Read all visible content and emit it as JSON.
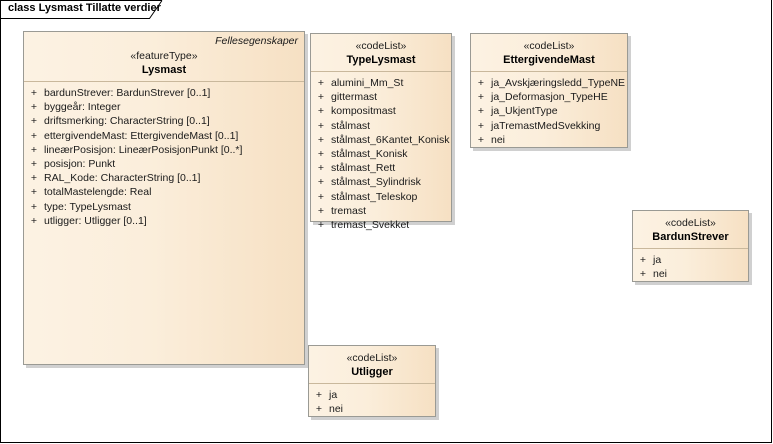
{
  "diagram": {
    "title": "class Lysmast Tillatte verdier",
    "visibility_symbol": "+",
    "colors": {
      "box_fill_light": "#fcf2e3",
      "box_fill_dark": "#f6e0c3",
      "box_border": "#9a9a94",
      "divider": "#c9b89c",
      "frame_border": "#000000",
      "text": "#1a1a1a"
    }
  },
  "classes": {
    "lysmast": {
      "package": "Fellesegenskaper",
      "stereotype": "«featureType»",
      "name": "Lysmast",
      "attributes": [
        {
          "visibility": "+",
          "text": "bardunStrever: BardunStrever [0..1]"
        },
        {
          "visibility": "+",
          "text": "byggeår: Integer"
        },
        {
          "visibility": "+",
          "text": "driftsmerking: CharacterString [0..1]"
        },
        {
          "visibility": "+",
          "text": "ettergivendeMast: EttergivendeMast [0..1]"
        },
        {
          "visibility": "+",
          "text": "lineærPosisjon: LineærPosisjonPunkt [0..*]"
        },
        {
          "visibility": "+",
          "text": "posisjon: Punkt"
        },
        {
          "visibility": "+",
          "text": "RAL_Kode: CharacterString [0..1]"
        },
        {
          "visibility": "+",
          "text": "totalMastelengde: Real"
        },
        {
          "visibility": "+",
          "text": "type: TypeLysmast"
        },
        {
          "visibility": "+",
          "text": "utligger: Utligger [0..1]"
        }
      ]
    },
    "typelysmast": {
      "stereotype": "«codeList»",
      "name": "TypeLysmast",
      "attributes": [
        {
          "visibility": "+",
          "text": "alumini_Mm_St"
        },
        {
          "visibility": "+",
          "text": "gittermast"
        },
        {
          "visibility": "+",
          "text": "kompositmast"
        },
        {
          "visibility": "+",
          "text": "stålmast"
        },
        {
          "visibility": "+",
          "text": "stålmast_6Kantet_Konisk"
        },
        {
          "visibility": "+",
          "text": "stålmast_Konisk"
        },
        {
          "visibility": "+",
          "text": "stålmast_Rett"
        },
        {
          "visibility": "+",
          "text": "stålmast_Sylindrisk"
        },
        {
          "visibility": "+",
          "text": "stålmast_Teleskop"
        },
        {
          "visibility": "+",
          "text": "tremast"
        },
        {
          "visibility": "+",
          "text": "tremast_Svekket"
        }
      ]
    },
    "ettergivendemast": {
      "stereotype": "«codeList»",
      "name": "EttergivendeMast",
      "attributes": [
        {
          "visibility": "+",
          "text": "ja_Avskjæringsledd_TypeNE"
        },
        {
          "visibility": "+",
          "text": "ja_Deformasjon_TypeHE"
        },
        {
          "visibility": "+",
          "text": "ja_UkjentType"
        },
        {
          "visibility": "+",
          "text": "jaTremastMedSvekking"
        },
        {
          "visibility": "+",
          "text": "nei"
        }
      ]
    },
    "bardunstrever": {
      "stereotype": "«codeList»",
      "name": "BardunStrever",
      "attributes": [
        {
          "visibility": "+",
          "text": "ja"
        },
        {
          "visibility": "+",
          "text": "nei"
        }
      ]
    },
    "utligger": {
      "stereotype": "«codeList»",
      "name": "Utligger",
      "attributes": [
        {
          "visibility": "+",
          "text": "ja"
        },
        {
          "visibility": "+",
          "text": "nei"
        }
      ]
    }
  }
}
